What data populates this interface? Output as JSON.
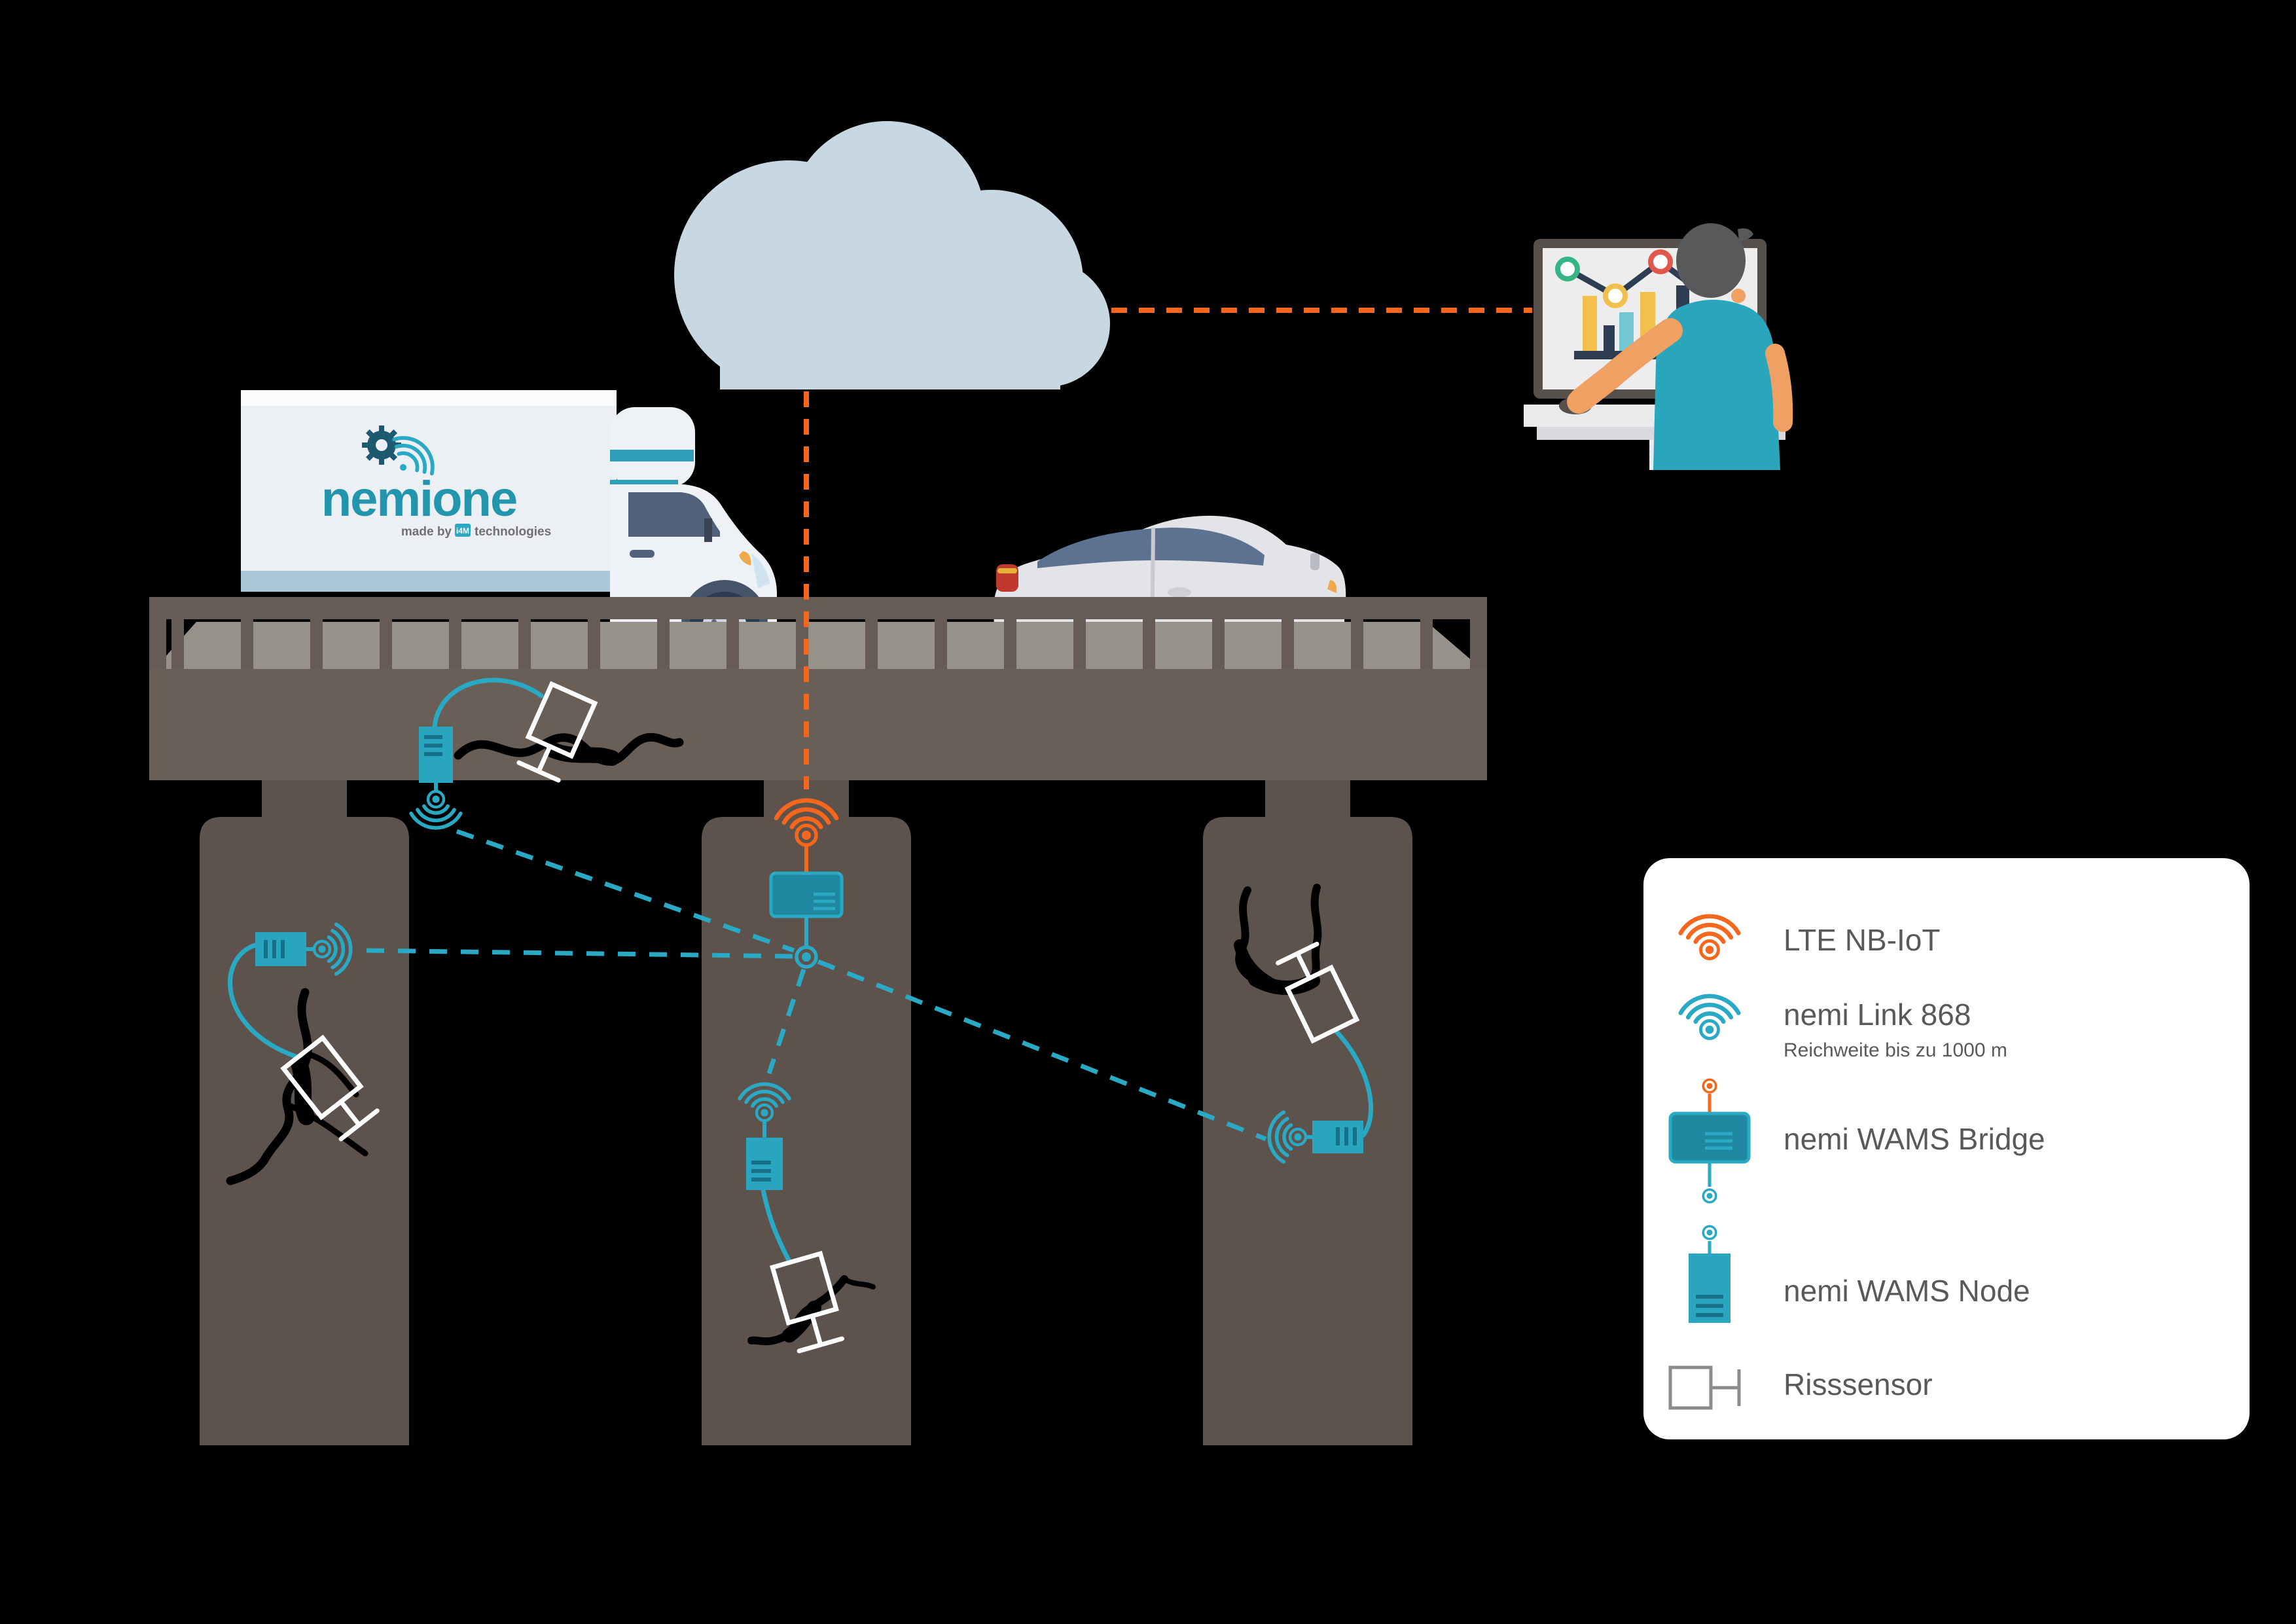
{
  "colors": {
    "accent_orange": "#f4671d",
    "accent_blue": "#2aa9c4",
    "device_teal": "#2aa5bf",
    "device_teal_dark": "#17708a",
    "bridge_box_teal": "#1f87a0",
    "brand_teal": "#2396ad",
    "text_gray": "#58595b",
    "cloud_blue": "#c7d8e3",
    "deck_taupe": "#6a5f57",
    "pillar_taupe": "#5d534c",
    "road_gray": "#96918b",
    "rail_taupe": "#675c55",
    "card_white": "#ffffff",
    "crack_black": "#000000",
    "sensor_white": "#ffffff"
  },
  "truck": {
    "logo": "nemione",
    "made_by": "made by",
    "badge": "i4M",
    "suffix": "technologies"
  },
  "legend": {
    "items": [
      {
        "icon": "lte-wifi-icon",
        "label": "LTE NB-IoT"
      },
      {
        "icon": "nemi-link-wifi-icon",
        "label": "nemi Link 868",
        "sublabel": "Reichweite bis zu 1000 m"
      },
      {
        "icon": "wams-bridge-icon",
        "label": "nemi WAMS Bridge"
      },
      {
        "icon": "wams-node-icon",
        "label": "nemi WAMS Node"
      },
      {
        "icon": "crack-sensor-icon",
        "label": "Risssensor"
      }
    ]
  },
  "scene": {
    "components": [
      "cloud",
      "operator-at-monitor",
      "nemione-truck",
      "car",
      "bridge-with-three-pillars",
      "wams-bridge-device",
      "wams-node-left-pillar",
      "wams-node-under-deck",
      "wams-node-middle-pillar",
      "wams-node-right-pillar",
      "crack-sensors",
      "cracks",
      "lte-nb-iot-links",
      "nemi-link-868-links"
    ]
  }
}
